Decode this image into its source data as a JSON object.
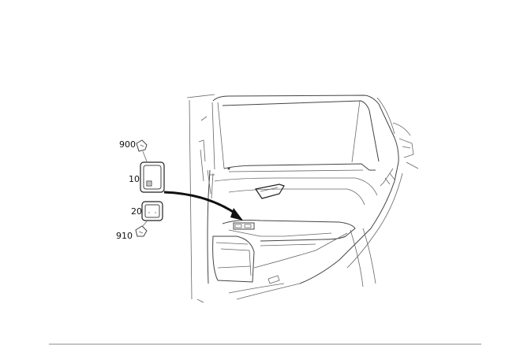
{
  "parts": [
    {
      "id": "900",
      "label": "900"
    },
    {
      "id": "10",
      "label": "10"
    },
    {
      "id": "20",
      "label": "20"
    },
    {
      "id": "910",
      "label": "910"
    }
  ],
  "colors": {
    "line": "#444444",
    "arrow": "#111111",
    "separator": "#888888"
  }
}
